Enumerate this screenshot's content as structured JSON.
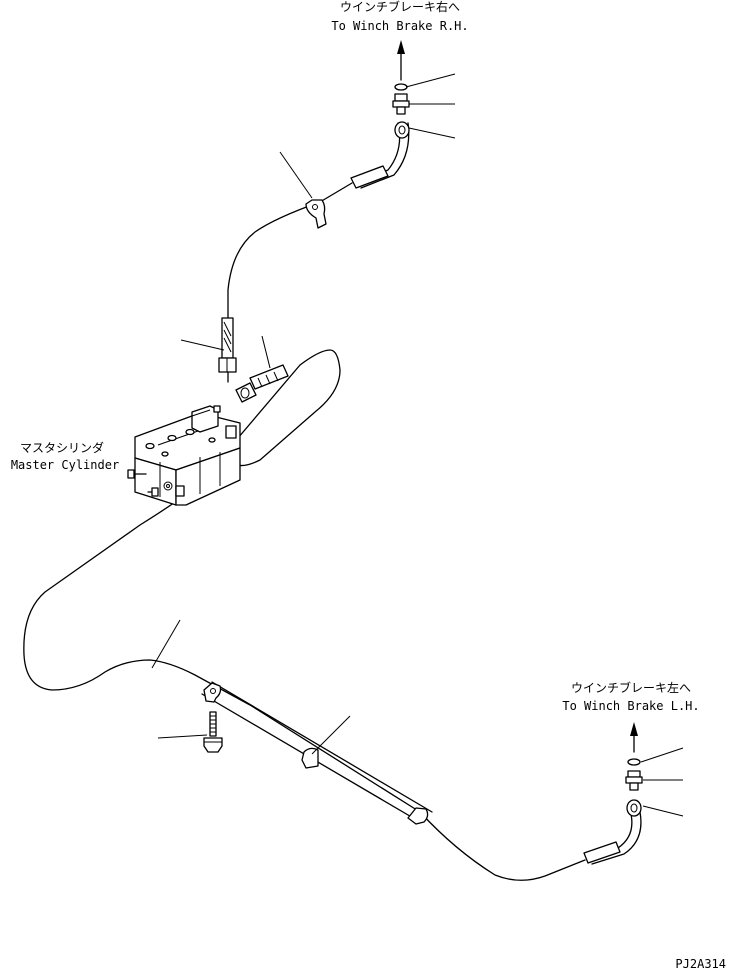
{
  "labels": {
    "rh_jp": "ウインチブレーキ右へ",
    "rh_en": "To Winch Brake R.H.",
    "lh_jp": "ウインチブレーキ左へ",
    "lh_en": "To Winch Brake L.H.",
    "master_jp": "マスタシリンダ",
    "master_en": "Master Cylinder",
    "drawing_code": "PJ2A314"
  }
}
